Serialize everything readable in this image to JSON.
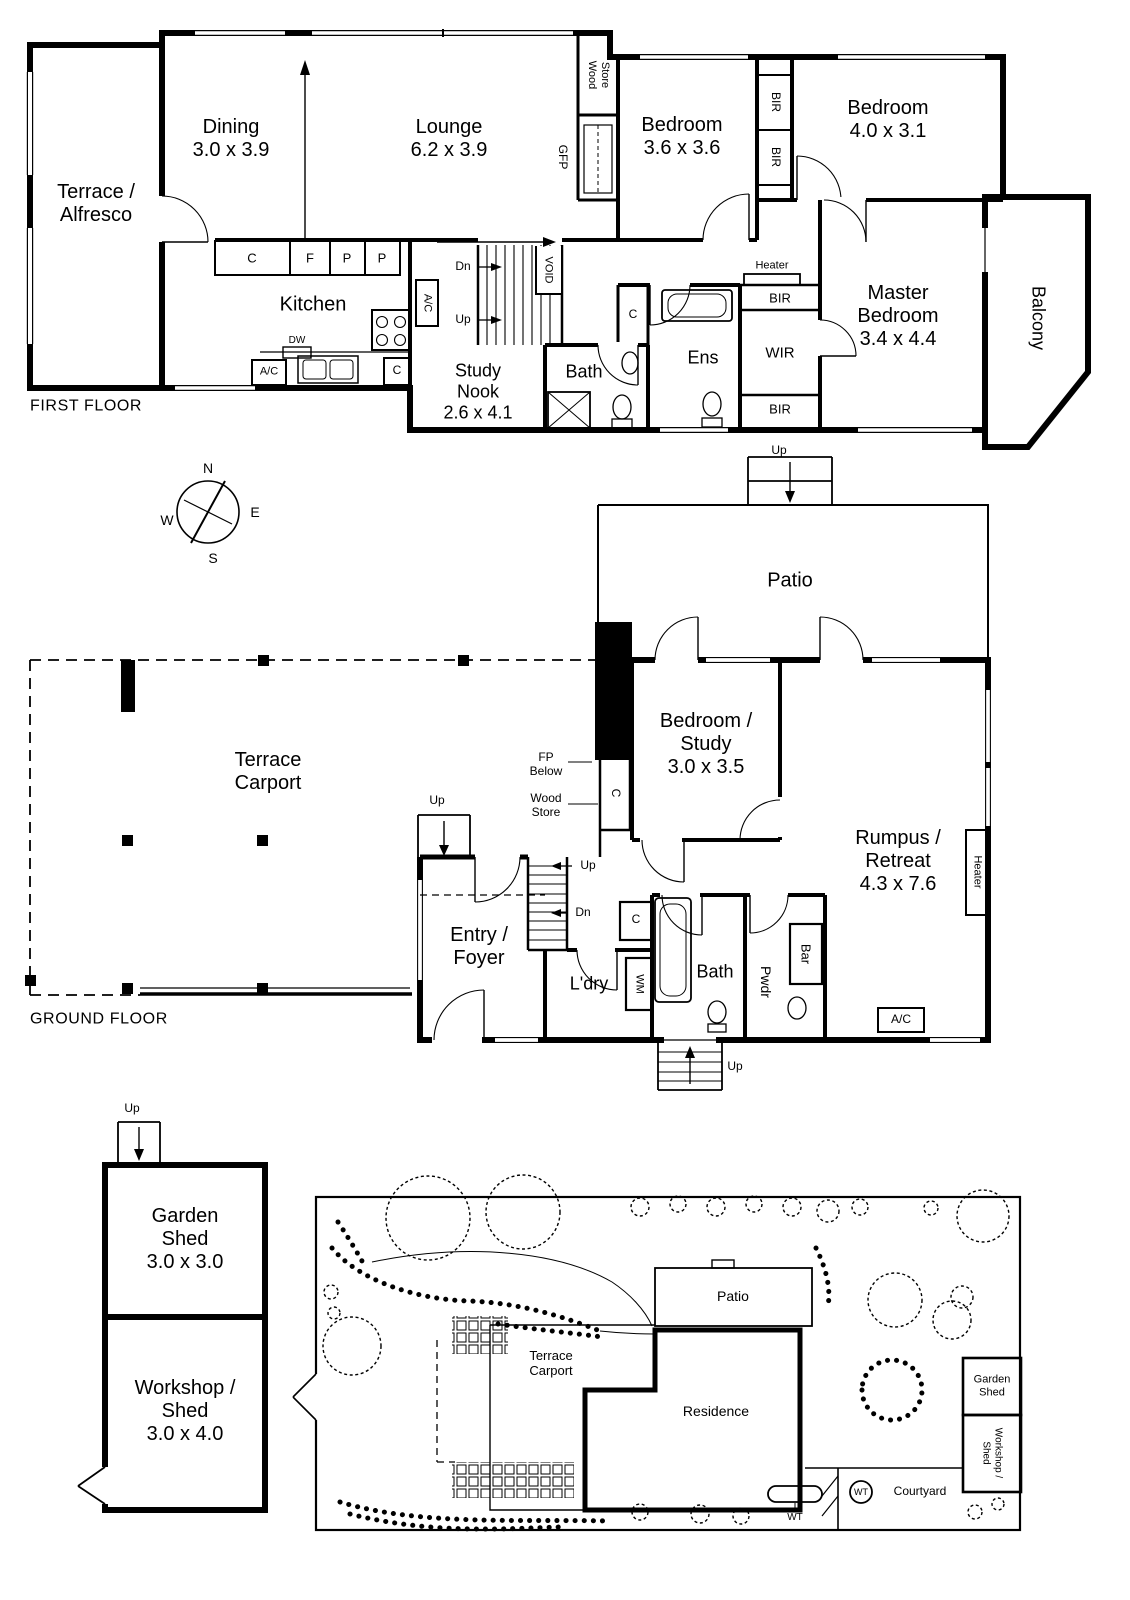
{
  "first_floor": {
    "title": "FIRST FLOOR",
    "terrace": "Terrace /\nAlfresco",
    "dining": "Dining\n3.0 x 3.9",
    "lounge": "Lounge\n6.2 x 3.9",
    "store_wood": "Store\nWood",
    "gfp": "GFP",
    "bedroom_1": "Bedroom\n3.6 x 3.6",
    "bedroom_2": "Bedroom\n4.0 x 3.1",
    "bir_robe_1": "BIR",
    "bir_robe_2": "BIR",
    "heater": "Heater",
    "bir_master_top": "BIR",
    "master_bedroom": "Master\nBedroom\n3.4 x 4.4",
    "wir": "WIR",
    "bir_master_bottom": "BIR",
    "balcony": "Balcony",
    "cupboard": "C",
    "fridge": "F",
    "pantry_1": "P",
    "pantry_2": "P",
    "kitchen": "Kitchen",
    "dishwasher": "DW",
    "ac_kitchen": "A/C",
    "ac_wall": "A/C",
    "cupboard_small": "C",
    "dn": "Dn",
    "up": "Up",
    "void": "VOID",
    "study_nook": "Study\nNook\n2.6 x 4.1",
    "bath": "Bath",
    "ens_cupboard": "C",
    "ens": "Ens"
  },
  "compass": {
    "n": "N",
    "e": "E",
    "s": "S",
    "w": "W"
  },
  "ground_floor": {
    "title": "GROUND FLOOR",
    "up_patio": "Up",
    "patio": "Patio",
    "terrace_carport": "Terrace\nCarport",
    "fp_below": "FP\nBelow",
    "wood_store": "Wood\nStore",
    "cupboard_chimney": "C",
    "bedroom_study": "Bedroom /\nStudy\n3.0 x 3.5",
    "rumpus_retreat": "Rumpus /\nRetreat\n4.3 x 7.6",
    "heater": "Heater",
    "up_entry": "Up",
    "up_stairs": "Up",
    "dn_stairs": "Dn",
    "entry_foyer": "Entry /\nFoyer",
    "laundry": "L'dry",
    "wm": "WM",
    "cupboard_hall": "C",
    "bath": "Bath",
    "powder": "Pwdr",
    "bar": "Bar",
    "ac": "A/C",
    "up_porch": "Up"
  },
  "outbuildings": {
    "up_shed": "Up",
    "garden_shed": "Garden\nShed\n3.0 x 3.0",
    "workshop_shed": "Workshop /\nShed\n3.0 x 4.0"
  },
  "site_plan": {
    "patio": "Patio",
    "terrace_carport": "Terrace\nCarport",
    "residence": "Residence",
    "garden_shed": "Garden\nShed",
    "workshop_shed": "Workshop /\nShed",
    "water_tank_circle": "WT",
    "courtyard": "Courtyard",
    "water_tank": "WT"
  }
}
